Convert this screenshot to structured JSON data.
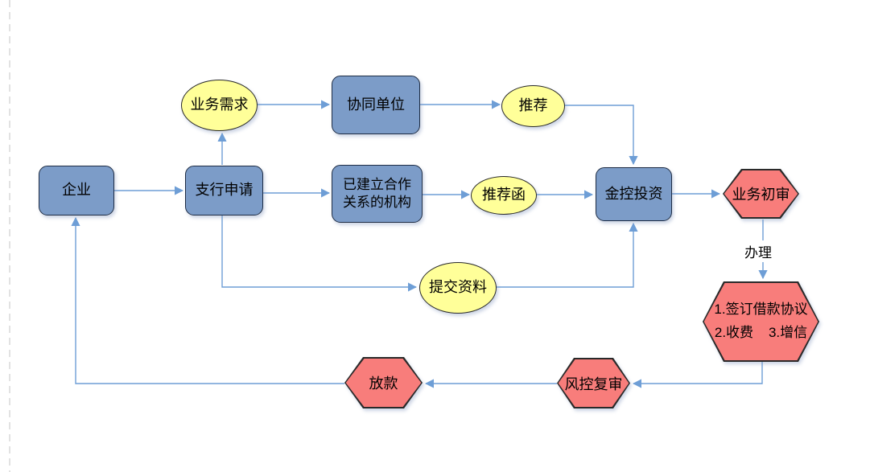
{
  "colors": {
    "process_fill": "#7c9cc8",
    "process_border": "#1f2d44",
    "data_fill": "#ffff99",
    "data_border": "#2a2a2a",
    "review_fill": "#f87d7b",
    "review_border": "#2a2a2a",
    "connector": "#6e9ed6",
    "text": "#000000",
    "page_guide": "#d8d8d8"
  },
  "nodes": {
    "enterprise": "企业",
    "branch_application": "支行申请",
    "business_demand": "业务需求",
    "collaborating_unit": "协同单位",
    "recommendation": "推荐",
    "established_cooperation_institution": "已建立合作关系的机构",
    "recommendation_letter": "推荐函",
    "submit_materials": "提交资料",
    "jinkong_investment": "金控投资",
    "business_preliminary_review": "业务初审",
    "agreement_line1": "1.签订借款协议",
    "agreement_line2": "2.收费    3.增信",
    "risk_control_review": "风控复审",
    "loan_disbursement": "放款"
  },
  "edge_labels": {
    "handle": "办理"
  }
}
